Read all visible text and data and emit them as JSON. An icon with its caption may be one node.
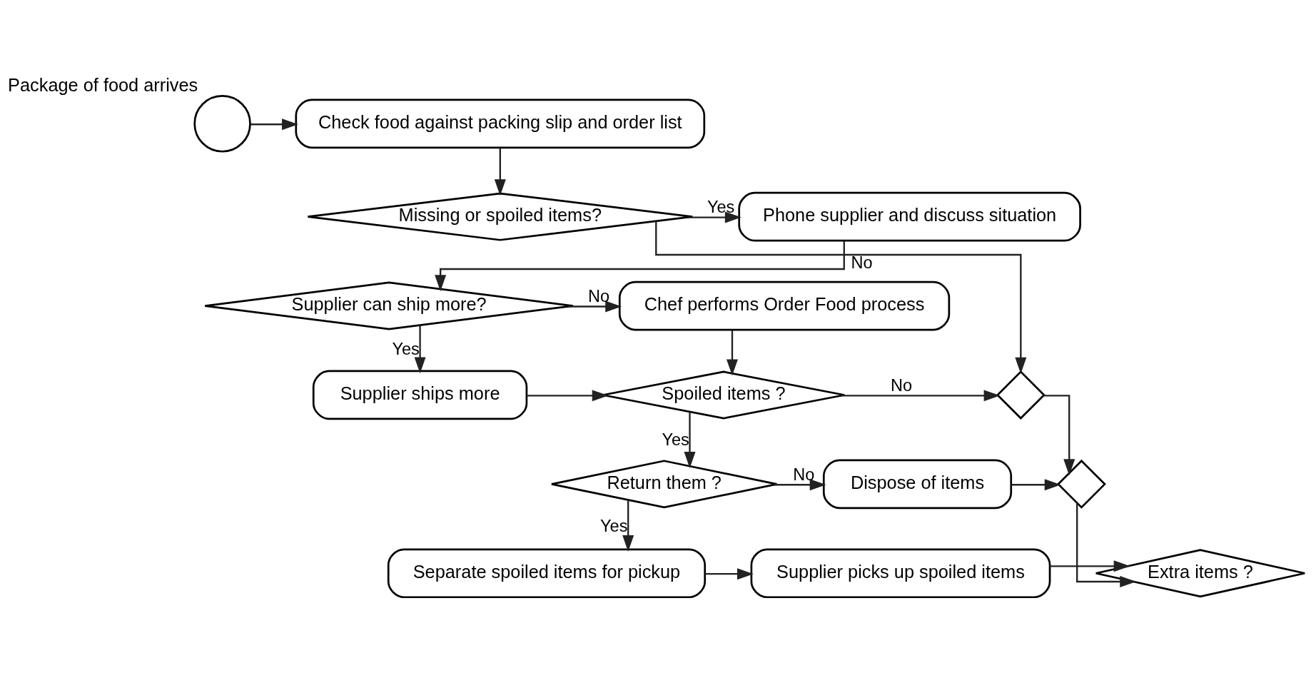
{
  "diagram": {
    "nodes": [
      {
        "text": [],
        "shape": "circle",
        "beside": [
          "Package of food arrives"
        ]
      },
      {
        "text": [
          "Check food against packing slip and order list"
        ]
      },
      {
        "text": [
          "Missing or spoiled items?"
        ]
      },
      {
        "text": [
          "Phone supplier and discuss situation"
        ]
      },
      {
        "text": [
          "Supplier can ship more?"
        ]
      },
      {
        "text": [
          "Chef performs Order Food process"
        ]
      },
      {
        "text": [
          "Supplier ships more"
        ]
      },
      {
        "text": [
          "Spoiled items ?"
        ]
      },
      {
        "text": [],
        "shape": "diamond"
      },
      {
        "text": [
          "Return them ?"
        ]
      },
      {
        "text": [
          "Dispose of items"
        ]
      },
      {
        "text": [],
        "shape": "diamond"
      },
      {
        "text": [
          "Separate spoiled items for pickup"
        ]
      },
      {
        "text": [
          "Supplier picks up spoiled items"
        ]
      },
      {
        "text": [
          "Extra items ?"
        ]
      }
    ],
    "edges": [
      {
        "from": 0,
        "to": 1,
        "arrow": "to"
      },
      {
        "from": 1,
        "to": 2,
        "arrow": "to"
      },
      {
        "from": 2,
        "to": 3,
        "arrow": "to",
        "label": "Yes"
      },
      {
        "from": 2,
        "to": 8,
        "arrow": "to",
        "label": "No"
      },
      {
        "from": 3,
        "to": 4,
        "arrow": "to"
      },
      {
        "from": 4,
        "to": 5,
        "arrow": "to",
        "label": "No"
      },
      {
        "from": 4,
        "to": 6,
        "arrow": "to",
        "label": "Yes"
      },
      {
        "from": 5,
        "to": 7,
        "arrow": "to"
      },
      {
        "from": 6,
        "to": 7,
        "arrow": "to"
      },
      {
        "from": 7,
        "to": 8,
        "arrow": "to",
        "label": "No"
      },
      {
        "from": 7,
        "to": 9,
        "arrow": "to",
        "label": "Yes"
      },
      {
        "from": 8,
        "to": 11,
        "arrow": "to"
      },
      {
        "from": 9,
        "to": 12,
        "arrow": "to",
        "label": "Yes"
      },
      {
        "from": 9,
        "to": 10,
        "arrow": "to",
        "label": "No"
      },
      {
        "from": 10,
        "to": 11,
        "arrow": "to"
      },
      {
        "from": 11,
        "to": 14,
        "arrow": "to"
      },
      {
        "from": 12,
        "to": 13,
        "arrow": "to"
      },
      {
        "from": 13,
        "to": 14,
        "arrow": "to"
      }
    ]
  }
}
